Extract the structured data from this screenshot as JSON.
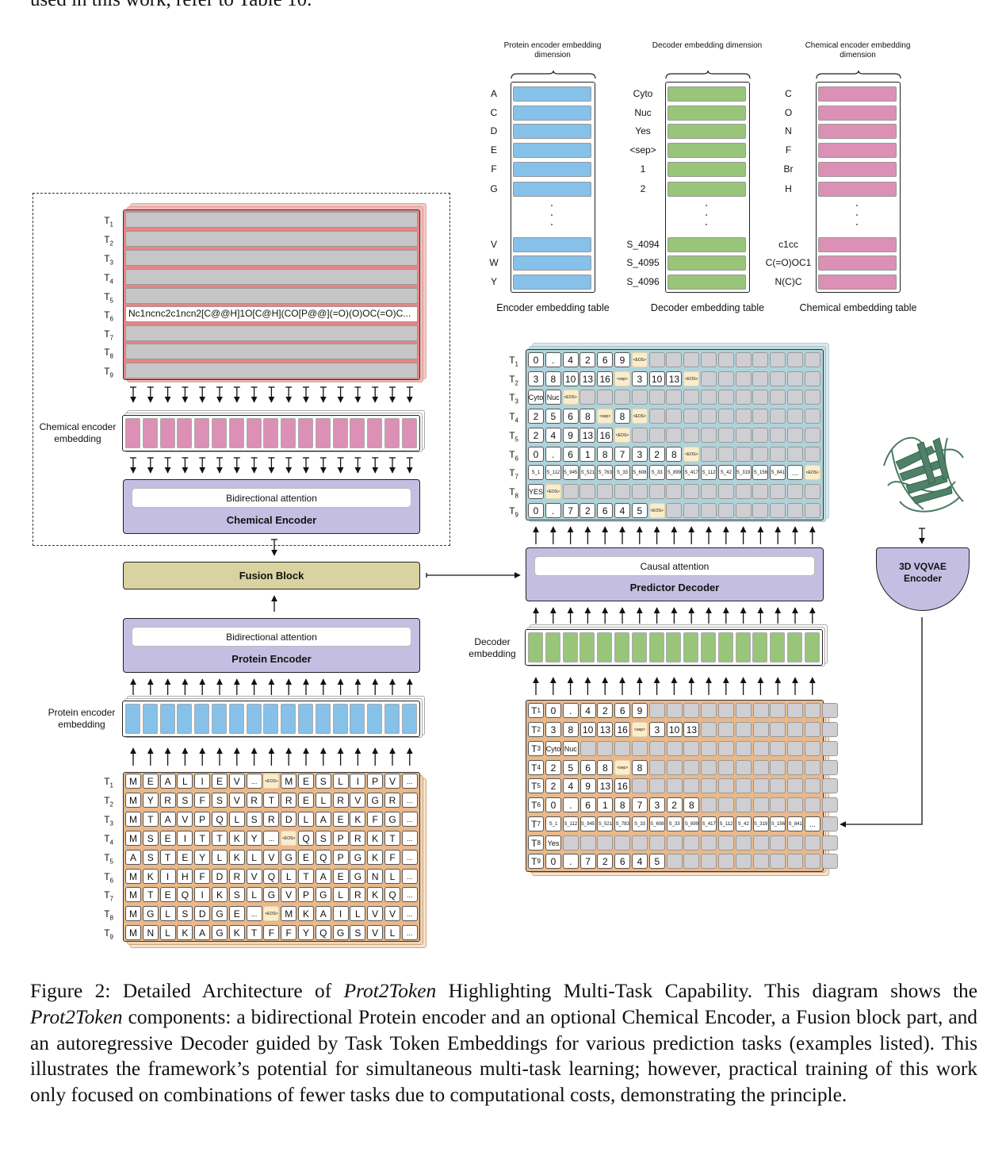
{
  "top_text": "used in this work, refer to Table 10.",
  "caption": {
    "figure_label": "Figure 2:",
    "title_pre": "Detailed Architecture of ",
    "title_italic": "Prot2Token",
    "title_post": " Highlighting Multi-Task Capability.",
    "body_pre": " This diagram shows the ",
    "body_italic": "Prot2Token",
    "body_post": " components: a bidirectional Protein encoder and an optional Chemical Encoder, a Fusion block part, and an autoregressive Decoder guided by Task Token Embeddings for various prediction tasks (examples listed). This illustrates the framework’s potential for simultaneous multi-task learning; however, practical training of this work only focused on combinations of fewer tasks due to computational costs, demonstrating the principle."
  },
  "colors": {
    "protein": "#85c1e9",
    "decoder": "#98c57a",
    "chemical": "#dc90b6",
    "encoder_box": "#c4bfe2",
    "fusion": "#d8d3a0",
    "seq_box": "#e8b98c",
    "decoder_box": "#b0d3da",
    "chem_input": "#e68585"
  },
  "task_labels": [
    "T1",
    "T2",
    "T3",
    "T4",
    "T5",
    "T6",
    "T7",
    "T8",
    "T9"
  ],
  "embedding_tables": [
    {
      "header": "Protein encoder embedding dimension",
      "title": "Encoder embedding table",
      "tokens_top": [
        "A",
        "C",
        "D",
        "E",
        "F",
        "G"
      ],
      "tokens_bottom": [
        "V",
        "W",
        "Y"
      ],
      "color": "protein"
    },
    {
      "header": "Decoder embedding dimension",
      "title": "Decoder embedding table",
      "tokens_top": [
        "Cyto",
        "Nuc",
        "Yes",
        "<sep>",
        "1",
        "2"
      ],
      "tokens_bottom": [
        "S_4094",
        "S_4095",
        "S_4096"
      ],
      "color": "decoder"
    },
    {
      "header": "Chemical encoder embedding dimension",
      "title": "Chemical embedding table",
      "tokens_top": [
        "C",
        "O",
        "N",
        "F",
        "Br",
        "H"
      ],
      "tokens_bottom": [
        "c1cc",
        "C(=O)OC1",
        "N(C)C"
      ],
      "color": "chemical"
    }
  ],
  "chemical_input": {
    "smiles_row_index": 5,
    "smiles": "Nc1ncnc2c1ncn2[C@@H]1O[C@H](CO[P@@](=O)(O)OC(=O)C..."
  },
  "chemical_encoder": {
    "embedding_label": "Chemical encoder embedding",
    "attention": "Bidirectional attention",
    "name": "Chemical Encoder"
  },
  "fusion_block": {
    "name": "Fusion Block"
  },
  "protein_encoder": {
    "embedding_label": "Protein encoder embedding",
    "attention": "Bidirectional attention",
    "name": "Protein Encoder"
  },
  "predictor_decoder": {
    "embedding_label": "Decoder embedding",
    "attention": "Causal attention",
    "name": "Predictor Decoder"
  },
  "vqvae": {
    "name": "3D VQVAE Encoder"
  },
  "protein_sequences": [
    [
      "M",
      "E",
      "A",
      "L",
      "I",
      "E",
      "V",
      "...",
      "<EOS>",
      "M",
      "E",
      "S",
      "L",
      "I",
      "P",
      "V",
      "..."
    ],
    [
      "M",
      "Y",
      "R",
      "S",
      "F",
      "S",
      "V",
      "R",
      "T",
      "R",
      "E",
      "L",
      "R",
      "V",
      "G",
      "R",
      "..."
    ],
    [
      "M",
      "T",
      "A",
      "V",
      "P",
      "Q",
      "L",
      "S",
      "R",
      "D",
      "L",
      "A",
      "E",
      "K",
      "F",
      "G",
      "..."
    ],
    [
      "M",
      "S",
      "E",
      "I",
      "T",
      "T",
      "K",
      "Y",
      "...",
      "<EOS>",
      "Q",
      "S",
      "P",
      "R",
      "K",
      "T",
      "..."
    ],
    [
      "A",
      "S",
      "T",
      "E",
      "Y",
      "L",
      "K",
      "L",
      "V",
      "G",
      "E",
      "Q",
      "P",
      "G",
      "K",
      "F",
      "..."
    ],
    [
      "M",
      "K",
      "I",
      "H",
      "F",
      "D",
      "R",
      "V",
      "Q",
      "L",
      "T",
      "A",
      "E",
      "G",
      "N",
      "L",
      "..."
    ],
    [
      "M",
      "T",
      "E",
      "Q",
      "I",
      "K",
      "S",
      "L",
      "G",
      "V",
      "P",
      "G",
      "L",
      "R",
      "K",
      "Q",
      "..."
    ],
    [
      "M",
      "G",
      "L",
      "S",
      "D",
      "G",
      "E",
      "...",
      "<EOS>",
      "M",
      "K",
      "A",
      "I",
      "L",
      "V",
      "V",
      "..."
    ],
    [
      "M",
      "N",
      "L",
      "K",
      "A",
      "G",
      "K",
      "T",
      "F",
      "F",
      "Y",
      "Q",
      "G",
      "S",
      "V",
      "L",
      "..."
    ]
  ],
  "decoder_outputs": [
    [
      "0",
      ".",
      "4",
      "2",
      "6",
      "9",
      "<EOS>"
    ],
    [
      "3",
      "8",
      "10",
      "13",
      "16",
      "<sep>",
      "3",
      "10",
      "13",
      "<EOS>"
    ],
    [
      "Cyto",
      "Nuc",
      "<EOS>"
    ],
    [
      "2",
      "5",
      "6",
      "8",
      "<sep>",
      "8",
      "<EOS>"
    ],
    [
      "2",
      "4",
      "9",
      "13",
      "16",
      "<EOS>"
    ],
    [
      "0",
      ".",
      "6",
      "1",
      "8",
      "7",
      "3",
      "2",
      "8",
      "<EOS>"
    ],
    [
      "S_1",
      "S_112",
      "S_945",
      "S_521",
      "S_763",
      "S_33",
      "S_608",
      "S_33",
      "S_899",
      "S_417",
      "S_112",
      "S_42",
      "S_319",
      "S_156",
      "S_841",
      "...",
      "<EOS>"
    ],
    [
      "YES",
      "<EOS>"
    ],
    [
      "0",
      ".",
      "7",
      "2",
      "6",
      "4",
      "5",
      "<EOS>"
    ]
  ],
  "decoder_inputs": [
    [
      "0",
      ".",
      "4",
      "2",
      "6",
      "9"
    ],
    [
      "3",
      "8",
      "10",
      "13",
      "16",
      "<sep>",
      "3",
      "10",
      "13"
    ],
    [
      "Cyto",
      "Nuc"
    ],
    [
      "2",
      "5",
      "6",
      "8",
      "<sep>",
      "8"
    ],
    [
      "2",
      "4",
      "9",
      "13",
      "16"
    ],
    [
      "0",
      ".",
      "6",
      "1",
      "8",
      "7",
      "3",
      "2",
      "8"
    ],
    [
      "S_1",
      "S_112",
      "S_945",
      "S_521",
      "S_783",
      "S_33",
      "S_608",
      "S_33",
      "S_899",
      "S_417",
      "S_112",
      "S_42",
      "S_319",
      "S_156",
      "S_841",
      "..."
    ],
    [
      "Yes"
    ],
    [
      "0",
      ".",
      "7",
      "2",
      "6",
      "4",
      "5"
    ]
  ]
}
